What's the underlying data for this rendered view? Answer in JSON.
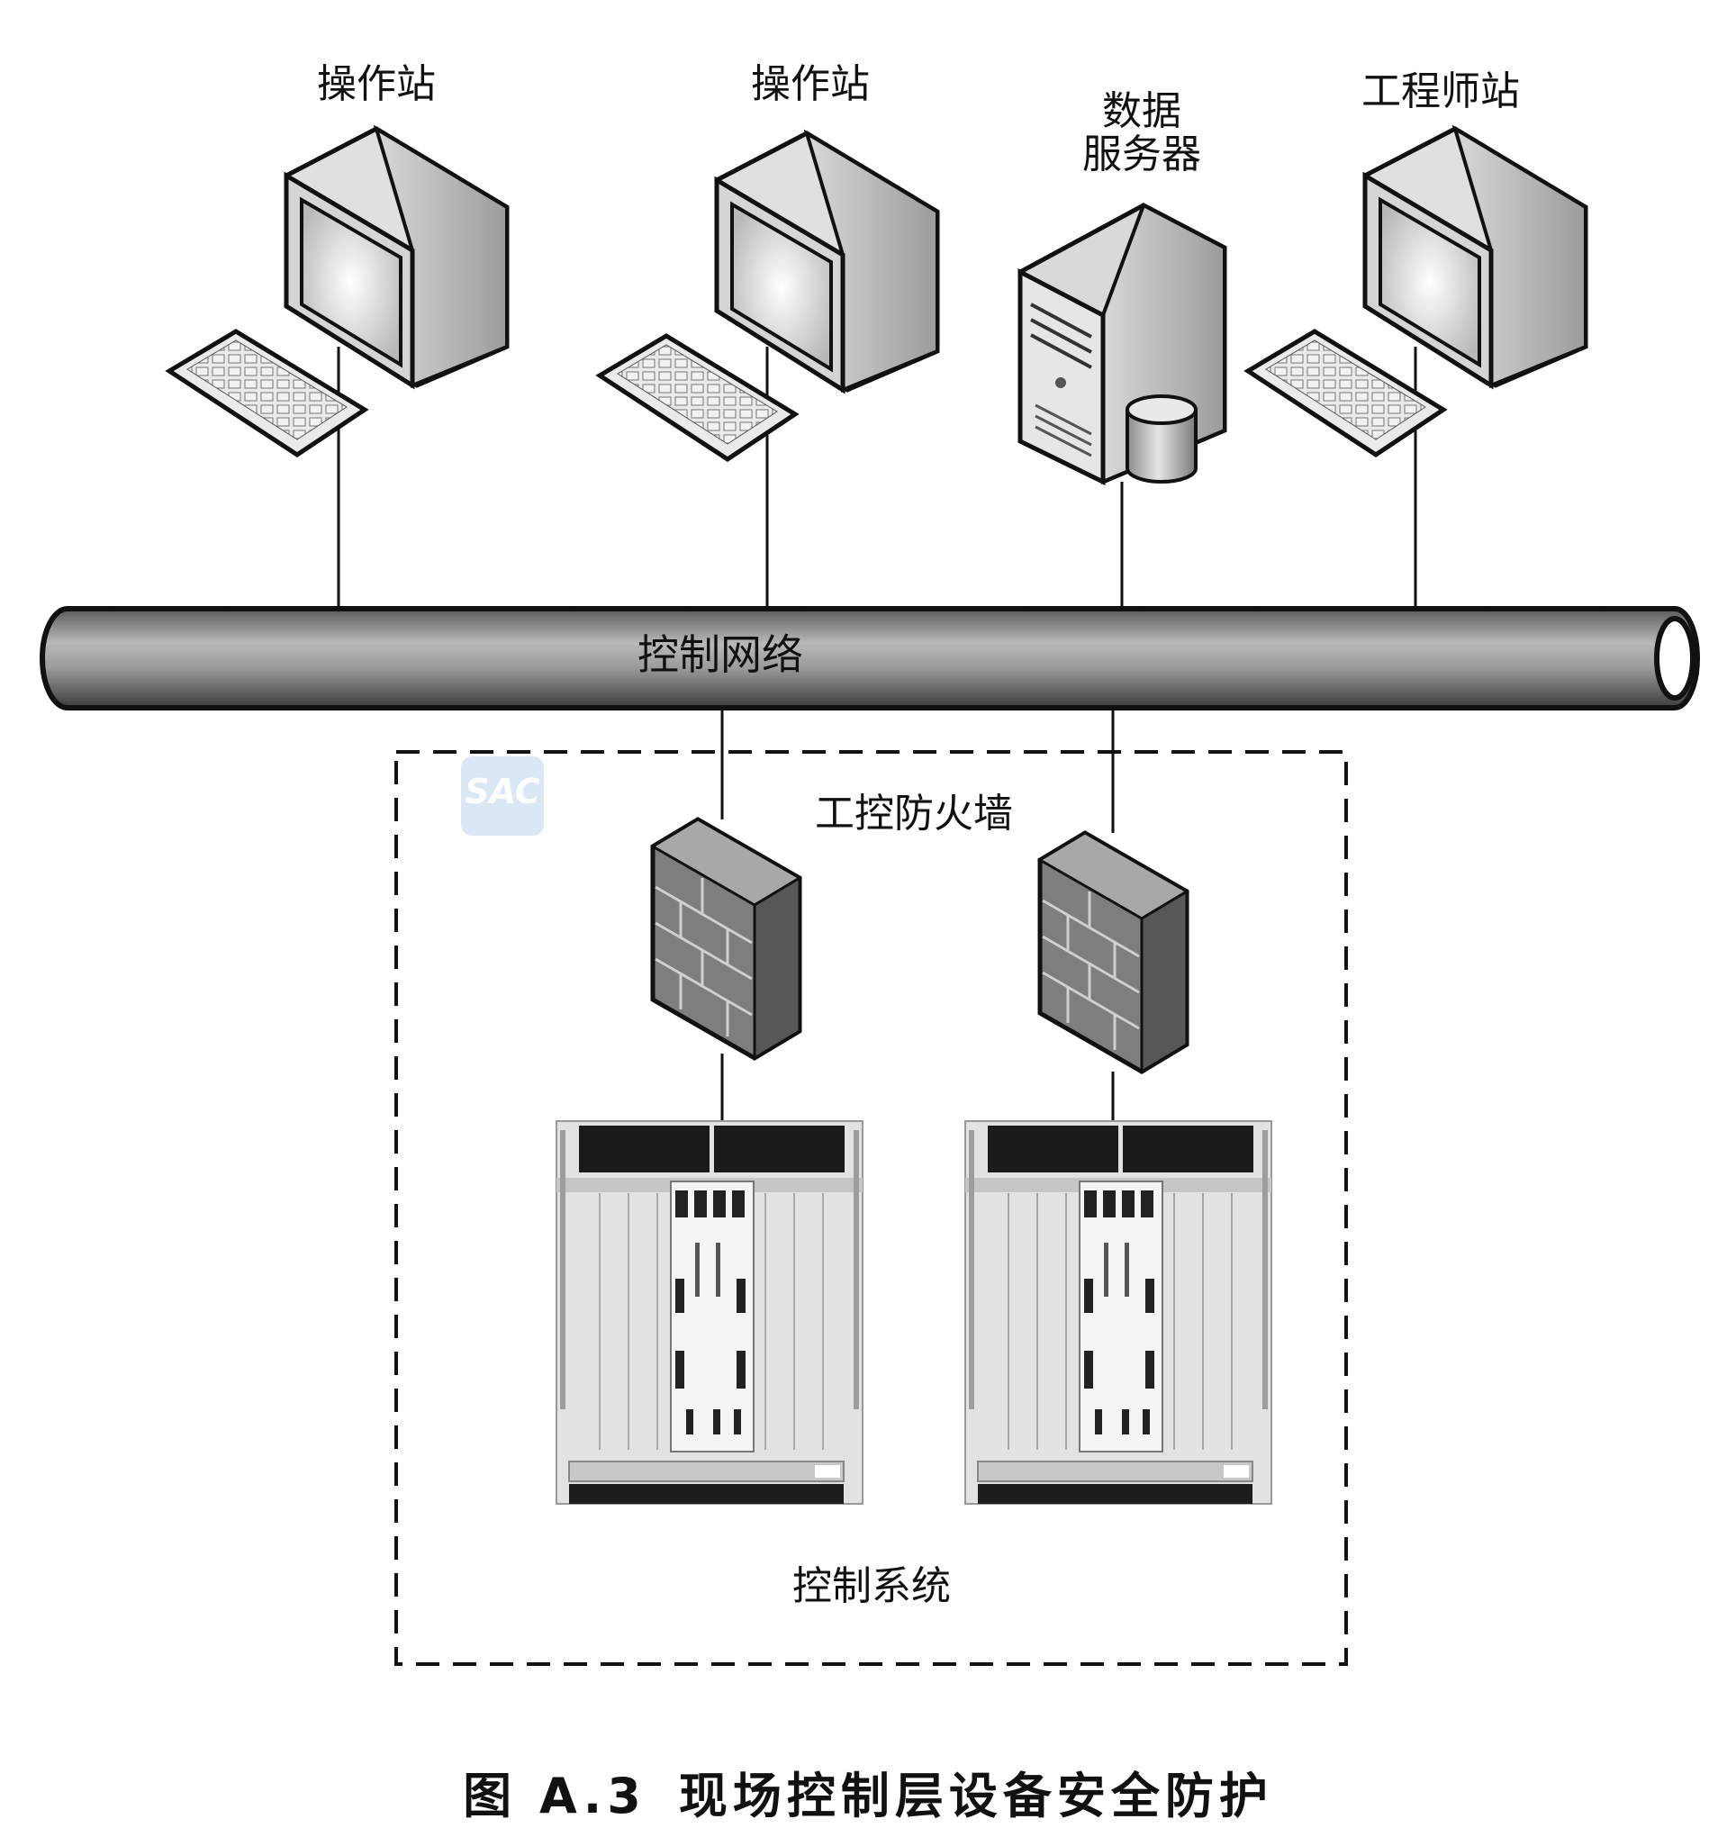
{
  "nodes": {
    "operator_station_1": "操作站",
    "operator_station_2": "操作站",
    "data_server_line1": "数据",
    "data_server_line2": "服务器",
    "engineer_station": "工程师站"
  },
  "network": {
    "label": "控制网络"
  },
  "firewall_zone": {
    "label": "工控防火墙"
  },
  "control_system": {
    "label": "控制系统"
  },
  "watermark": "SAC",
  "caption": {
    "figure": "图 A.3",
    "title": "现场控制层设备安全防护"
  }
}
